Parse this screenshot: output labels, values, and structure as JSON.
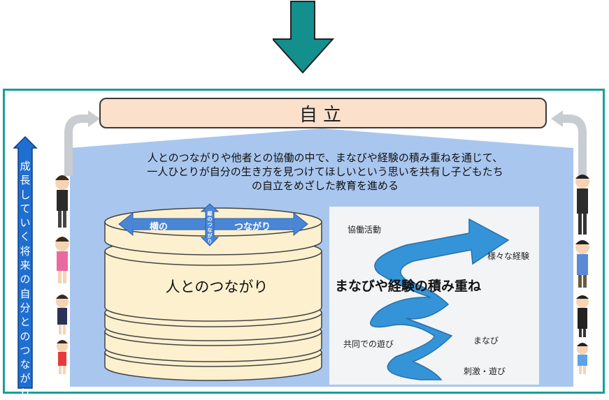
{
  "title": "自立",
  "mission_lines": [
    "人とのつながりや他者との協働の中で、まなびや経験の積み重ねを通じて、",
    "一人ひとりが自分の生き方を見つけてほしいという思いを共有し子どもたち",
    "の自立をめざした教育を進める"
  ],
  "left_arrow_chars": [
    "成",
    "長",
    "し",
    "て",
    "い",
    "く",
    "将",
    "来",
    "の",
    "自",
    "分",
    "と",
    "の",
    "つ",
    "な",
    "が",
    "り"
  ],
  "stack": {
    "main_label": "人とのつながり",
    "horizontal_left": "横の",
    "horizontal_right": "つながり",
    "vertical_chars": [
      "縦",
      "の",
      "つ",
      "な",
      "が",
      "り"
    ]
  },
  "spiral": {
    "title": "まなびや経験の積み重ね",
    "labels": {
      "kyodo": "協働活動",
      "keiken": "様々な経験",
      "asobi_kyodo": "共同での遊び",
      "manabi": "まなび",
      "shigeki": "刺激・遊び"
    }
  },
  "colors": {
    "frame": "#1a9e9b",
    "top_arrow": "#138f8e",
    "title_fill": "#fbe0cc",
    "blue_panel": "#a9c6ee",
    "left_arrow": "#1f6fd0",
    "spiral": "#2b8fd6"
  }
}
